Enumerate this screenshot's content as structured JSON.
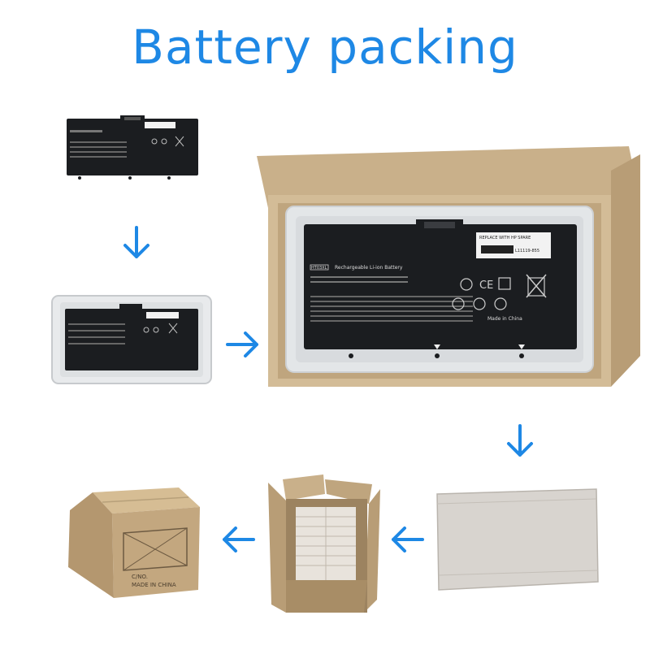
{
  "title": "Battery packing",
  "colors": {
    "title": "#1e88e5",
    "arrow": "#1e88e5",
    "battery": "#1b1d20",
    "cardboard": "#c9b08a",
    "cardboard_dark": "#a88d66",
    "tray": "#e6e8ea"
  },
  "battery_label": {
    "model": "HT03XL",
    "type": "Rechargeable Li-ion Battery",
    "made_in": "Made in China",
    "replace": "REPLACE WITH HP SPARE",
    "part": "L11119-855"
  },
  "carton_text": {
    "cno": "C/NO.",
    "made_in": "MADE IN CHINA"
  },
  "steps": [
    {
      "name": "bare-battery"
    },
    {
      "name": "battery-in-tray"
    },
    {
      "name": "battery-in-open-box"
    },
    {
      "name": "closed-mailer-box"
    },
    {
      "name": "open-shipping-carton"
    },
    {
      "name": "sealed-shipping-carton"
    }
  ],
  "arrows": [
    {
      "name": "arrow-down-1",
      "direction": "down"
    },
    {
      "name": "arrow-right-1",
      "direction": "right"
    },
    {
      "name": "arrow-down-2",
      "direction": "down"
    },
    {
      "name": "arrow-left-1",
      "direction": "left"
    },
    {
      "name": "arrow-left-2",
      "direction": "left"
    }
  ]
}
